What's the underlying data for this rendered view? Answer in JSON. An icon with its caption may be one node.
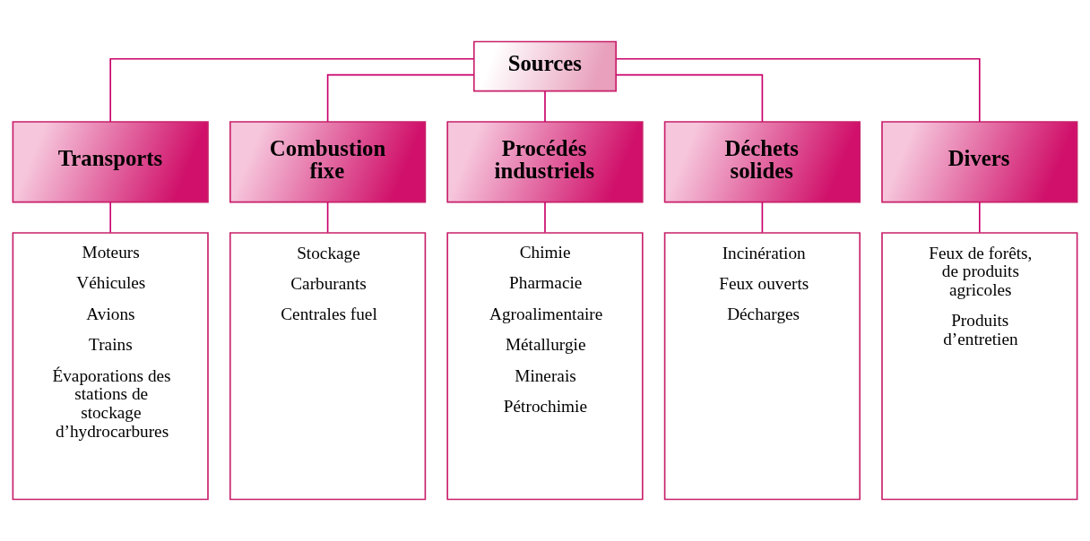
{
  "diagram": {
    "nodes": [
      {
        "text": [
          "Sources"
        ]
      },
      {
        "text": [
          "Transports"
        ]
      },
      {
        "text": [
          "Combustion fixe"
        ]
      },
      {
        "text": [
          "Procédés industriels"
        ]
      },
      {
        "text": [
          "Déchets solides"
        ]
      },
      {
        "text": [
          "Divers"
        ]
      },
      {
        "text": [
          "Moteurs",
          "Véhicules",
          "Avions",
          "Trains",
          "Évaporations des stations de stockage d’hydrocarbures"
        ]
      },
      {
        "text": [
          "Stockage",
          "Carburants",
          "Centrales fuel"
        ]
      },
      {
        "text": [
          "Chimie",
          "Pharmacie",
          "Agroalimentaire",
          "Métallurgie",
          "Minerais",
          "Pétrochimie"
        ]
      },
      {
        "text": [
          "Incinération",
          "Feux ouverts",
          "Décharges"
        ]
      },
      {
        "text": [
          "Feux de forêts, de produits agricoles",
          "Produits d’entretien"
        ]
      }
    ],
    "edges": [
      {
        "from": 0,
        "to": 1,
        "arrow": "none"
      },
      {
        "from": 0,
        "to": 2,
        "arrow": "none"
      },
      {
        "from": 0,
        "to": 3,
        "arrow": "none"
      },
      {
        "from": 0,
        "to": 4,
        "arrow": "none"
      },
      {
        "from": 0,
        "to": 5,
        "arrow": "none"
      },
      {
        "from": 1,
        "to": 6,
        "arrow": "none"
      },
      {
        "from": 2,
        "to": 7,
        "arrow": "none"
      },
      {
        "from": 3,
        "to": 8,
        "arrow": "none"
      },
      {
        "from": 4,
        "to": 9,
        "arrow": "none"
      },
      {
        "from": 5,
        "to": 10,
        "arrow": "none"
      }
    ]
  }
}
